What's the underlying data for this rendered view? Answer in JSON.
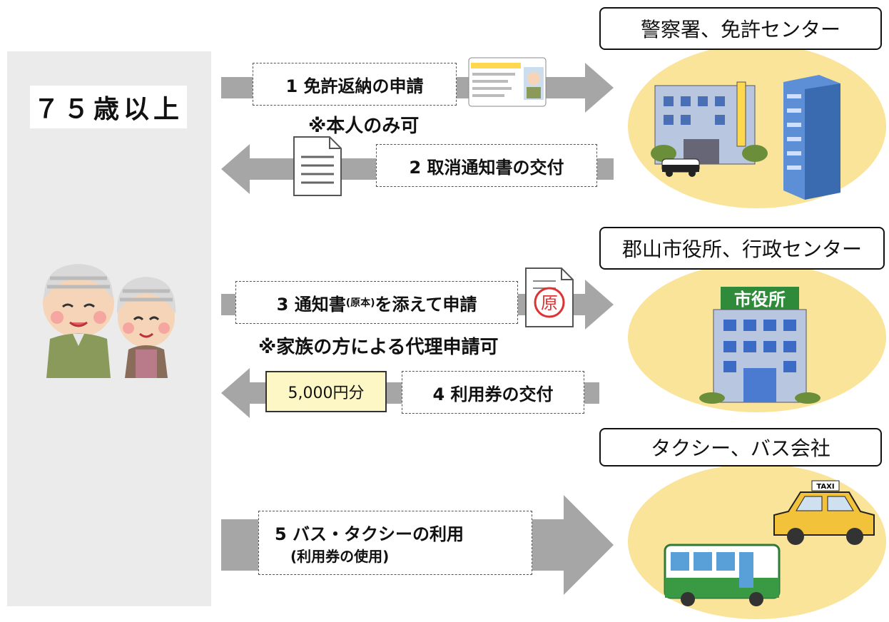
{
  "panel": {
    "age_label": "７５歳以上"
  },
  "steps": {
    "s1": "1 免許返納の申請",
    "s1_note": "※本人のみ可",
    "s2": "2 取消通知書の交付",
    "s3_pre": "3 通知書",
    "s3_small": "(原本)",
    "s3_post": "を添えて申請",
    "s3_note": "※家族の方による代理申請可",
    "s4": "4 利用券の交付",
    "s4_ticket": "5,000円分",
    "s5_line1": "5 バス・タクシーの利用",
    "s5_line2": "(利用券の使用)"
  },
  "destinations": {
    "police": "警察署、免許センター",
    "city": "郡山市役所、行政センター",
    "transport": "タクシー、バス会社"
  },
  "illustrations": {
    "license_card": "license-card-icon",
    "document": "document-icon",
    "stamp_char": "原",
    "city_hall_sign": "市役所",
    "taxi_sign": "TAXI"
  },
  "colors": {
    "arrow": "#a6a6a6",
    "panel": "#ebebeb",
    "circle": "#f9e49a",
    "ticket": "#fdf7c6"
  }
}
